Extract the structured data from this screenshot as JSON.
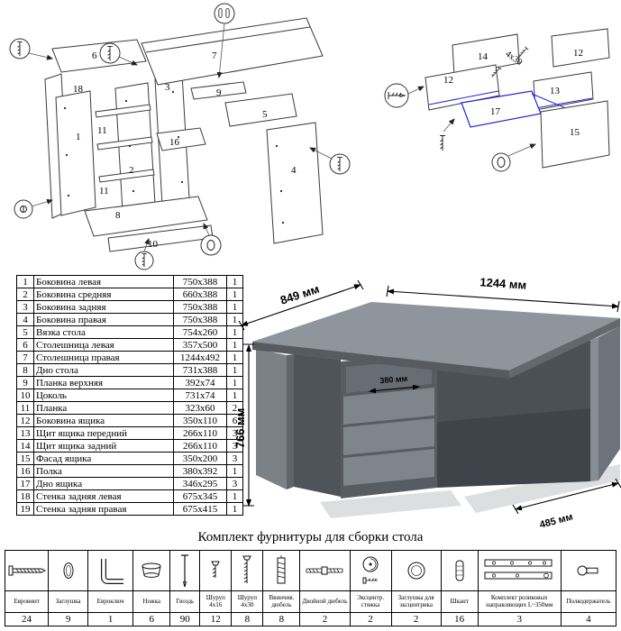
{
  "page": {
    "hw_title": "Комплект фурнитуры для сборки стола"
  },
  "parts_table": {
    "rows": [
      {
        "num": "1",
        "name": "Боковина левая",
        "size": "750x388",
        "qty": "1"
      },
      {
        "num": "2",
        "name": "Боковина средняя",
        "size": "660x388",
        "qty": "1"
      },
      {
        "num": "3",
        "name": "Боковина задняя",
        "size": "750x388",
        "qty": "1"
      },
      {
        "num": "4",
        "name": "Боковина правая",
        "size": "750x388",
        "qty": "1"
      },
      {
        "num": "5",
        "name": "Вязка стола",
        "size": "754x260",
        "qty": "1"
      },
      {
        "num": "6",
        "name": "Столешница левая",
        "size": "357x500",
        "qty": "1"
      },
      {
        "num": "7",
        "name": "Столешница правая",
        "size": "1244x492",
        "qty": "1"
      },
      {
        "num": "8",
        "name": "Дно стола",
        "size": "731x388",
        "qty": "1"
      },
      {
        "num": "9",
        "name": "Планка верхняя",
        "size": "392x74",
        "qty": "1"
      },
      {
        "num": "10",
        "name": "Цоколь",
        "size": "731x74",
        "qty": "1"
      },
      {
        "num": "11",
        "name": "Планка",
        "size": "323x60",
        "qty": "2"
      },
      {
        "num": "12",
        "name": "Боковина ящика",
        "size": "350x110",
        "qty": "6"
      },
      {
        "num": "13",
        "name": "Щит ящика передний",
        "size": "266x110",
        "qty": "3"
      },
      {
        "num": "14",
        "name": "Щит ящика задний",
        "size": "266x110",
        "qty": "3"
      },
      {
        "num": "15",
        "name": "Фасад ящика",
        "size": "350x200",
        "qty": "3"
      },
      {
        "num": "16",
        "name": "Полка",
        "size": "380x392",
        "qty": "1"
      },
      {
        "num": "17",
        "name": "Дно ящика",
        "size": "346x295",
        "qty": "3"
      },
      {
        "num": "18",
        "name": "Стенка задняя левая",
        "size": "675x345",
        "qty": "1"
      },
      {
        "num": "19",
        "name": "Стенка задняя правая",
        "size": "675x415",
        "qty": "1"
      }
    ]
  },
  "desk_render": {
    "dim_left": "849 мм",
    "dim_right": "1244 мм",
    "dim_height": "766 мм",
    "dim_inner": "380 мм",
    "dim_depth": "485 мм",
    "body_color": "#7e858d",
    "dark_color": "#3f444a"
  },
  "exploded": {
    "p1": "1",
    "p2": "2",
    "p3": "3",
    "p4": "4",
    "p5": "5",
    "p6": "6",
    "p7": "7",
    "p8": "8",
    "p9": "9",
    "p10": "10",
    "p11a": "11",
    "p11b": "11",
    "p16": "16",
    "p18": "18"
  },
  "drawer_diag": {
    "p12a": "12",
    "p12b": "12",
    "p13": "13",
    "p14": "14",
    "p15": "15",
    "p17": "17",
    "screw": "4x30"
  },
  "hardware": {
    "items": [
      {
        "label": "Евровинт",
        "qty": "24",
        "icon": "confirmat-screw"
      },
      {
        "label": "Заглушка",
        "qty": "9",
        "icon": "cover-cap"
      },
      {
        "label": "Евроключ",
        "qty": "1",
        "icon": "hex-key"
      },
      {
        "label": "Ножка",
        "qty": "6",
        "icon": "furniture-foot"
      },
      {
        "label": "Гвоздь",
        "qty": "90",
        "icon": "nail"
      },
      {
        "label": "Шуруп 4x16",
        "qty": "12",
        "icon": "screw-small"
      },
      {
        "label": "Шуруп 4x30",
        "qty": "8",
        "icon": "screw-long"
      },
      {
        "label": "Ввинчив. дюбель",
        "qty": "8",
        "icon": "screw-in-dowel"
      },
      {
        "label": "Двойной дюбель",
        "qty": "2",
        "icon": "double-dowel"
      },
      {
        "label": "Эксцентр. стяжка",
        "qty": "2",
        "icon": "cam-lock"
      },
      {
        "label": "Заглушка для эксцентрика",
        "qty": "2",
        "icon": "cam-cap"
      },
      {
        "label": "Шкант",
        "qty": "16",
        "icon": "wood-dowel"
      },
      {
        "label": "Комплект роликовых направляющих L~350мм",
        "qty": "3",
        "icon": "drawer-slides"
      },
      {
        "label": "Полкодержатель",
        "qty": "4",
        "icon": "shelf-support"
      }
    ]
  }
}
